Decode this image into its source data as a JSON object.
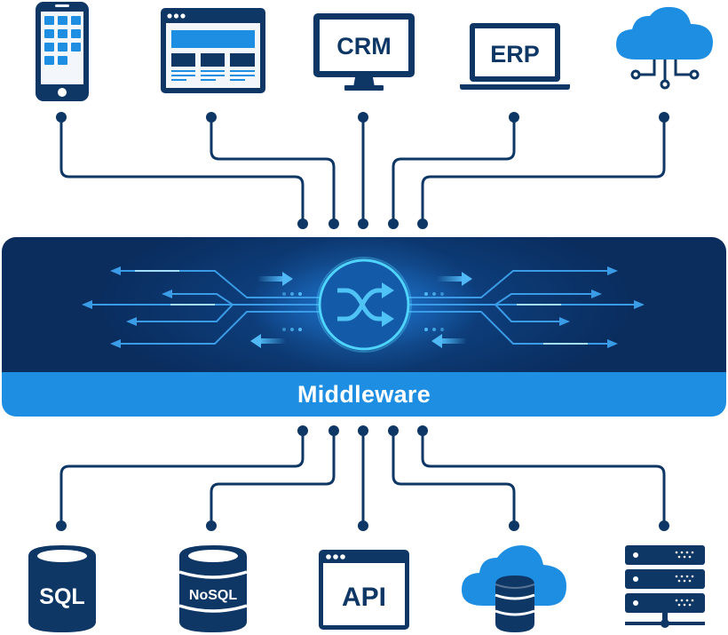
{
  "title": "Middleware",
  "colors": {
    "navy": "#0e3766",
    "bright_blue": "#1e8ee3",
    "cyan_glow": "#4fd3ff",
    "middleware_dark": "#0a2d5e",
    "background": "#ffffff"
  },
  "top_systems": [
    {
      "name": "mobile-app",
      "icon": "smartphone-icon",
      "label": ""
    },
    {
      "name": "web-app",
      "icon": "browser-window-icon",
      "label": ""
    },
    {
      "name": "crm",
      "icon": "desktop-monitor-icon",
      "label": "CRM"
    },
    {
      "name": "erp",
      "icon": "laptop-icon",
      "label": "ERP"
    },
    {
      "name": "cloud-services",
      "icon": "cloud-network-icon",
      "label": ""
    }
  ],
  "middleware": {
    "label": "Middleware",
    "center_icon": "shuffle-icon"
  },
  "bottom_systems": [
    {
      "name": "sql-database",
      "icon": "database-icon",
      "label": "SQL"
    },
    {
      "name": "nosql-database",
      "icon": "database-stack-icon",
      "label": "NoSQL"
    },
    {
      "name": "api",
      "icon": "browser-window-icon",
      "label": "API"
    },
    {
      "name": "cloud-database",
      "icon": "cloud-database-icon",
      "label": ""
    },
    {
      "name": "server",
      "icon": "server-rack-icon",
      "label": ""
    }
  ]
}
